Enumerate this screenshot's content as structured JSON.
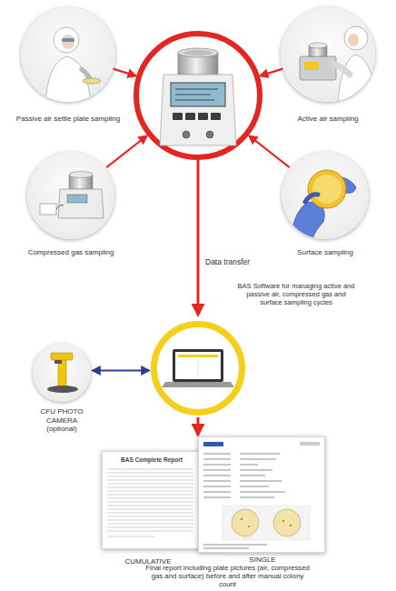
{
  "diagram": {
    "caption": "Final report including plate pictures (air, compressed gas and surface) before and after manual colony count",
    "nodes": [
      {
        "text": [
          "Passive air settle plate sampling"
        ]
      },
      {
        "text": [
          "Active air sampling"
        ]
      },
      {
        "text": [
          "Compressed gas sampling"
        ]
      },
      {
        "text": [
          "Surface sampling"
        ]
      },
      {
        "text": [
          "BAS Software for managing active and passive air, compressed gas and surface sampling cycles"
        ]
      },
      {
        "text": [
          "CFU PHOTO CAMERA (optional)"
        ]
      },
      {
        "text": [
          "BAS Complete Report",
          "CUMULATIVE"
        ]
      },
      {
        "text": [
          "SINGLE"
        ]
      }
    ],
    "edges": [
      {
        "from": 5,
        "to": 4,
        "arrow": "both"
      }
    ],
    "labels": [
      "Data transfer"
    ]
  }
}
